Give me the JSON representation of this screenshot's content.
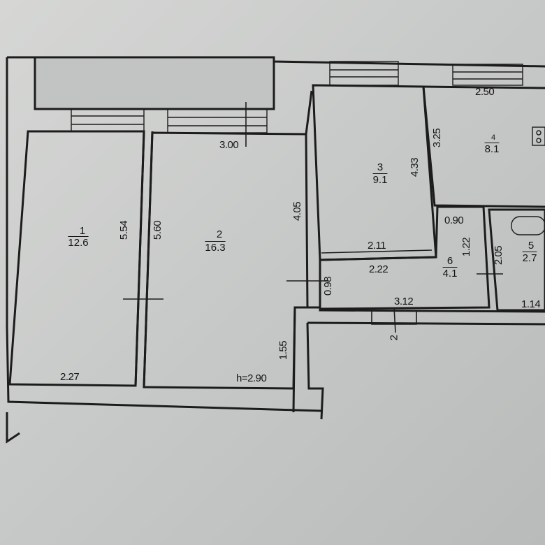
{
  "rooms": [
    {
      "number": "1",
      "area": "12.6"
    },
    {
      "number": "2",
      "area": "16.3"
    },
    {
      "number": "3",
      "area": "9.1"
    },
    {
      "number": "4",
      "area": "8.1"
    },
    {
      "number": "5",
      "area": "2.7"
    },
    {
      "number": "6",
      "area": "4.1"
    }
  ],
  "dimensions": {
    "d300": "3.00",
    "d554": "5.54",
    "d560": "5.60",
    "d405": "4.05",
    "d433": "4.33",
    "d325": "3.25",
    "d250": "2.50",
    "d211": "2.11",
    "d222": "2.22",
    "d090": "0.90",
    "d122": "1.22",
    "d205": "2.05",
    "d098": "0.98",
    "d312": "3.12",
    "d114": "1.14",
    "d155": "1.55",
    "d227": "2.27",
    "height": "h=2.90",
    "door_mark": "2"
  }
}
